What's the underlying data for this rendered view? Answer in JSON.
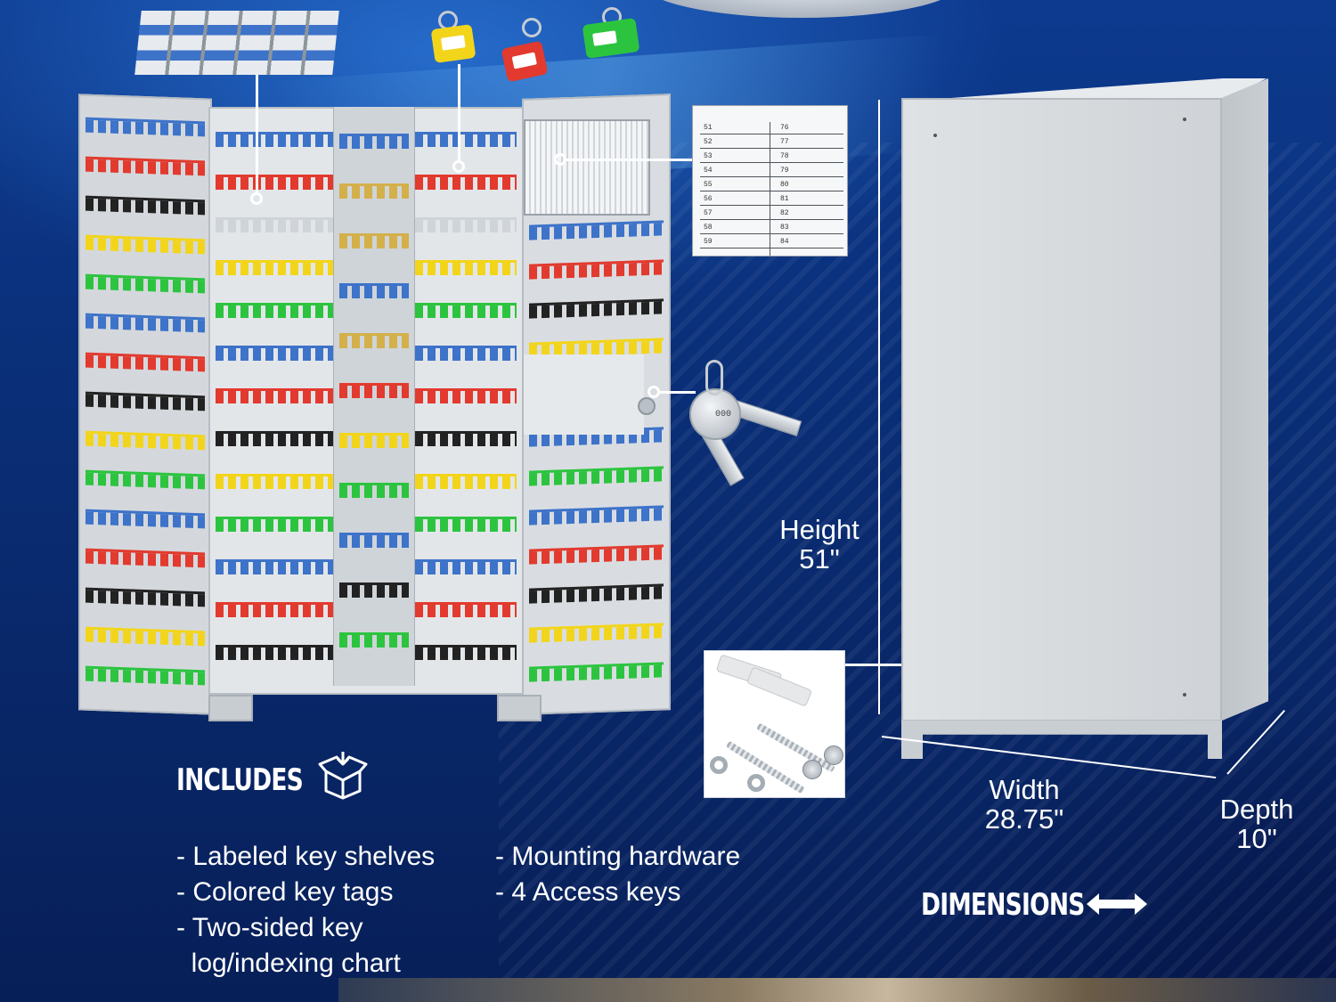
{
  "includes": {
    "heading": "INCLUDES",
    "items_col1": [
      "- Labeled key shelves",
      "- Colored key tags",
      "- Two-sided key",
      "  log/indexing chart"
    ],
    "items_col2": [
      "- Mounting hardware",
      "- 4 Access keys"
    ]
  },
  "dimensions": {
    "heading": "DIMENSIONS",
    "height_label": "Height",
    "height_value": "51\"",
    "width_label": "Width",
    "width_value": "28.75\"",
    "depth_label": "Depth",
    "depth_value": "10\""
  },
  "index_chart": {
    "rows": [
      {
        "left": "51",
        "right": "76"
      },
      {
        "left": "52",
        "right": "77"
      },
      {
        "left": "53",
        "right": "78"
      },
      {
        "left": "54",
        "right": "79"
      },
      {
        "left": "55",
        "right": "80"
      },
      {
        "left": "56",
        "right": "81"
      },
      {
        "left": "57",
        "right": "82"
      },
      {
        "left": "58",
        "right": "83"
      },
      {
        "left": "59",
        "right": "84"
      }
    ]
  },
  "key_label": "000",
  "icons": [
    "box-open-icon",
    "double-arrow-icon"
  ],
  "colors": {
    "background": "#0b2f78",
    "tag_yellow": "#f2d51b",
    "tag_red": "#e23a2e",
    "tag_green": "#2cc43f",
    "shelf_blue": "#3d73c9"
  }
}
